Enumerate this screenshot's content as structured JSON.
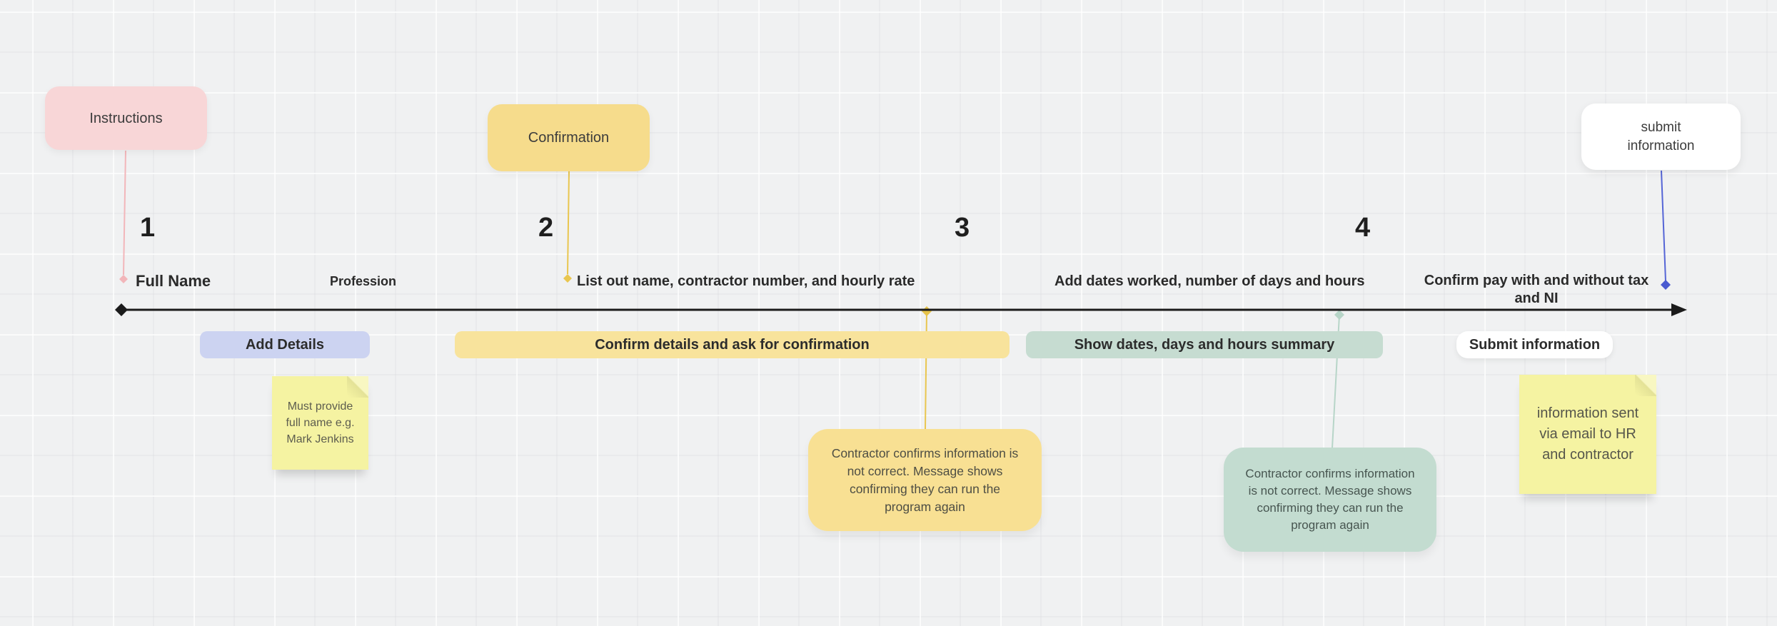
{
  "cards": {
    "instructions": {
      "label": "Instructions",
      "color": "#f8d6d7"
    },
    "confirmation": {
      "label": "Confirmation",
      "color": "#f6dc8c"
    },
    "submit_information": {
      "label": "submit information",
      "color": "#ffffff"
    }
  },
  "timeline": {
    "step_numbers": [
      "1",
      "2",
      "3",
      "4"
    ],
    "milestones": [
      "Full Name",
      "Profession",
      "List out name, contractor number, and hourly rate",
      "Add dates worked, number of days and hours",
      "Confirm pay with and without tax and NI"
    ],
    "axis_color": "#1b1b1b"
  },
  "pills": [
    {
      "label": "Add Details",
      "color": "#ccd3f1"
    },
    {
      "label": "Confirm details and ask for confirmation",
      "color": "#f8e39c"
    },
    {
      "label": "Show dates, days and hours summary",
      "color": "#c6dcd1"
    },
    {
      "label": "Submit information",
      "color": "#ffffff"
    }
  ],
  "notes": [
    {
      "text": "Must provide full name e.g. Mark Jenkins",
      "color": "#f5f3a2",
      "type": "sticky"
    },
    {
      "text": "Contractor confirms information is not correct. Message shows confirming they can run the program again",
      "color": "#f8e093",
      "type": "rounded"
    },
    {
      "text": "Contractor confirms information is not correct. Message shows confirming they can run the program again",
      "color": "#c3dcd0",
      "type": "rounded"
    },
    {
      "text": "information sent via email to HR and contractor",
      "color": "#f5f3a2",
      "type": "sticky"
    }
  ],
  "connectors": {
    "pink": "#f2b6ba",
    "yellow": "#e9c64f",
    "green": "#b7d5c8",
    "blue": "#5565d6"
  }
}
